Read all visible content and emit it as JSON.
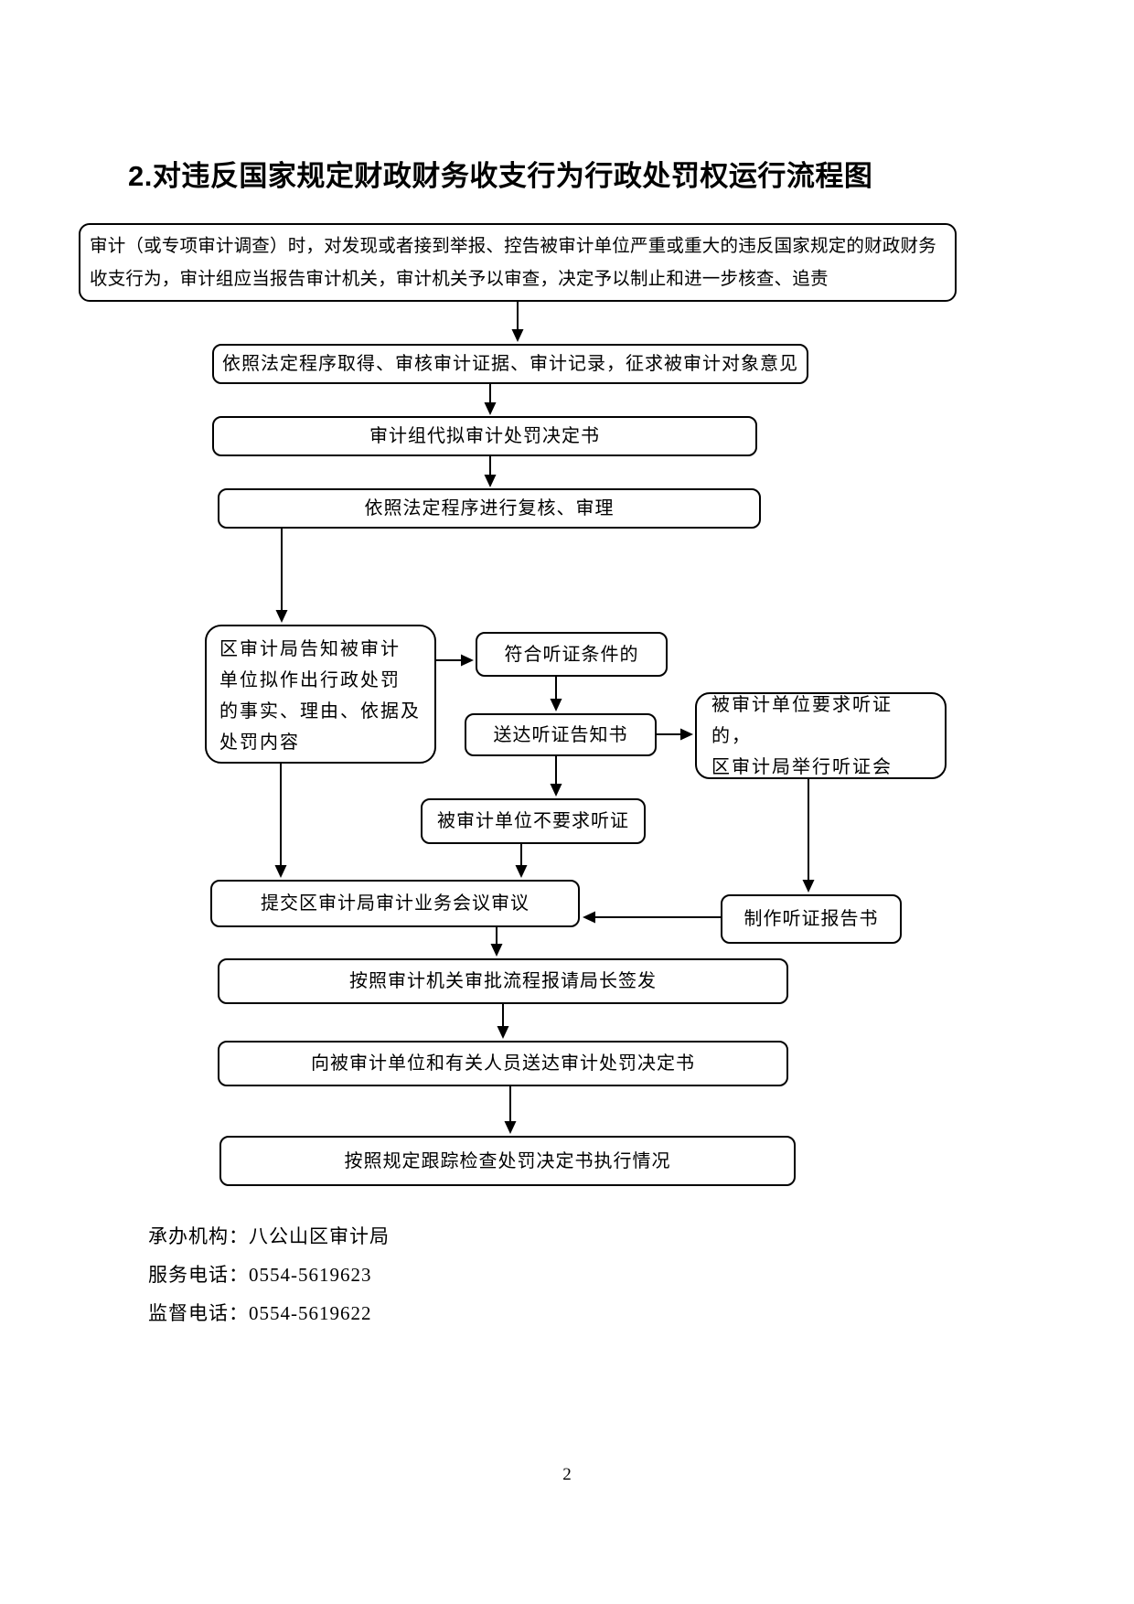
{
  "page": {
    "title": "2.对违反国家规定财政财务收支行为行政处罚权运行流程图",
    "page_number": "2"
  },
  "colors": {
    "ink": "#000000",
    "paper": "#ffffff"
  },
  "flowchart": {
    "nodes": {
      "intro": {
        "text": "审计（或专项审计调查）时，对发现或者接到举报、控告被审计单位严重或重大的违反国家规定的财政财务\n收支行为，审计组应当报告审计机关，审计机关予以审查，决定予以制止和进一步核查、追责"
      },
      "evidence": {
        "text": "依照法定程序取得、审核审计证据、审计记录，征求被审计对象意见"
      },
      "draft": {
        "text": "审计组代拟审计处罚决定书"
      },
      "review": {
        "text": "依照法定程序进行复核、审理"
      },
      "notify": {
        "text": "区审计局告知被审计\n单位拟作出行政处罚\n的事实、理由、依据及\n处罚内容"
      },
      "hearing_eligible": {
        "text": "符合听证条件的"
      },
      "hearing_notice": {
        "text": "送达听证告知书"
      },
      "hearing_requested": {
        "text": "被审计单位要求听证的，\n区审计局举行听证会"
      },
      "no_hearing": {
        "text": "被审计单位不要求听证"
      },
      "hearing_report": {
        "text": "制作听证报告书"
      },
      "committee": {
        "text": "提交区审计局审计业务会议审议"
      },
      "director_sign": {
        "text": "按照审计机关审批流程报请局长签发"
      },
      "deliver_decision": {
        "text": "向被审计单位和有关人员送达审计处罚决定书"
      },
      "track_execution": {
        "text": "按照规定跟踪检查处罚决定书执行情况"
      }
    },
    "edges": [
      {
        "from": "intro",
        "to": "evidence"
      },
      {
        "from": "evidence",
        "to": "draft"
      },
      {
        "from": "draft",
        "to": "review"
      },
      {
        "from": "review",
        "to": "notify"
      },
      {
        "from": "notify",
        "to": "hearing_eligible"
      },
      {
        "from": "hearing_eligible",
        "to": "hearing_notice"
      },
      {
        "from": "hearing_notice",
        "to": "hearing_requested"
      },
      {
        "from": "hearing_notice",
        "to": "no_hearing"
      },
      {
        "from": "hearing_requested",
        "to": "hearing_report"
      },
      {
        "from": "no_hearing",
        "to": "committee"
      },
      {
        "from": "notify",
        "to": "committee"
      },
      {
        "from": "hearing_report",
        "to": "committee"
      },
      {
        "from": "committee",
        "to": "director_sign"
      },
      {
        "from": "director_sign",
        "to": "deliver_decision"
      },
      {
        "from": "deliver_decision",
        "to": "track_execution"
      }
    ]
  },
  "footer": {
    "agency": "承办机构：八公山区审计局",
    "service_phone": "服务电话：0554-5619623",
    "supervision_phone": "监督电话：0554-5619622"
  }
}
